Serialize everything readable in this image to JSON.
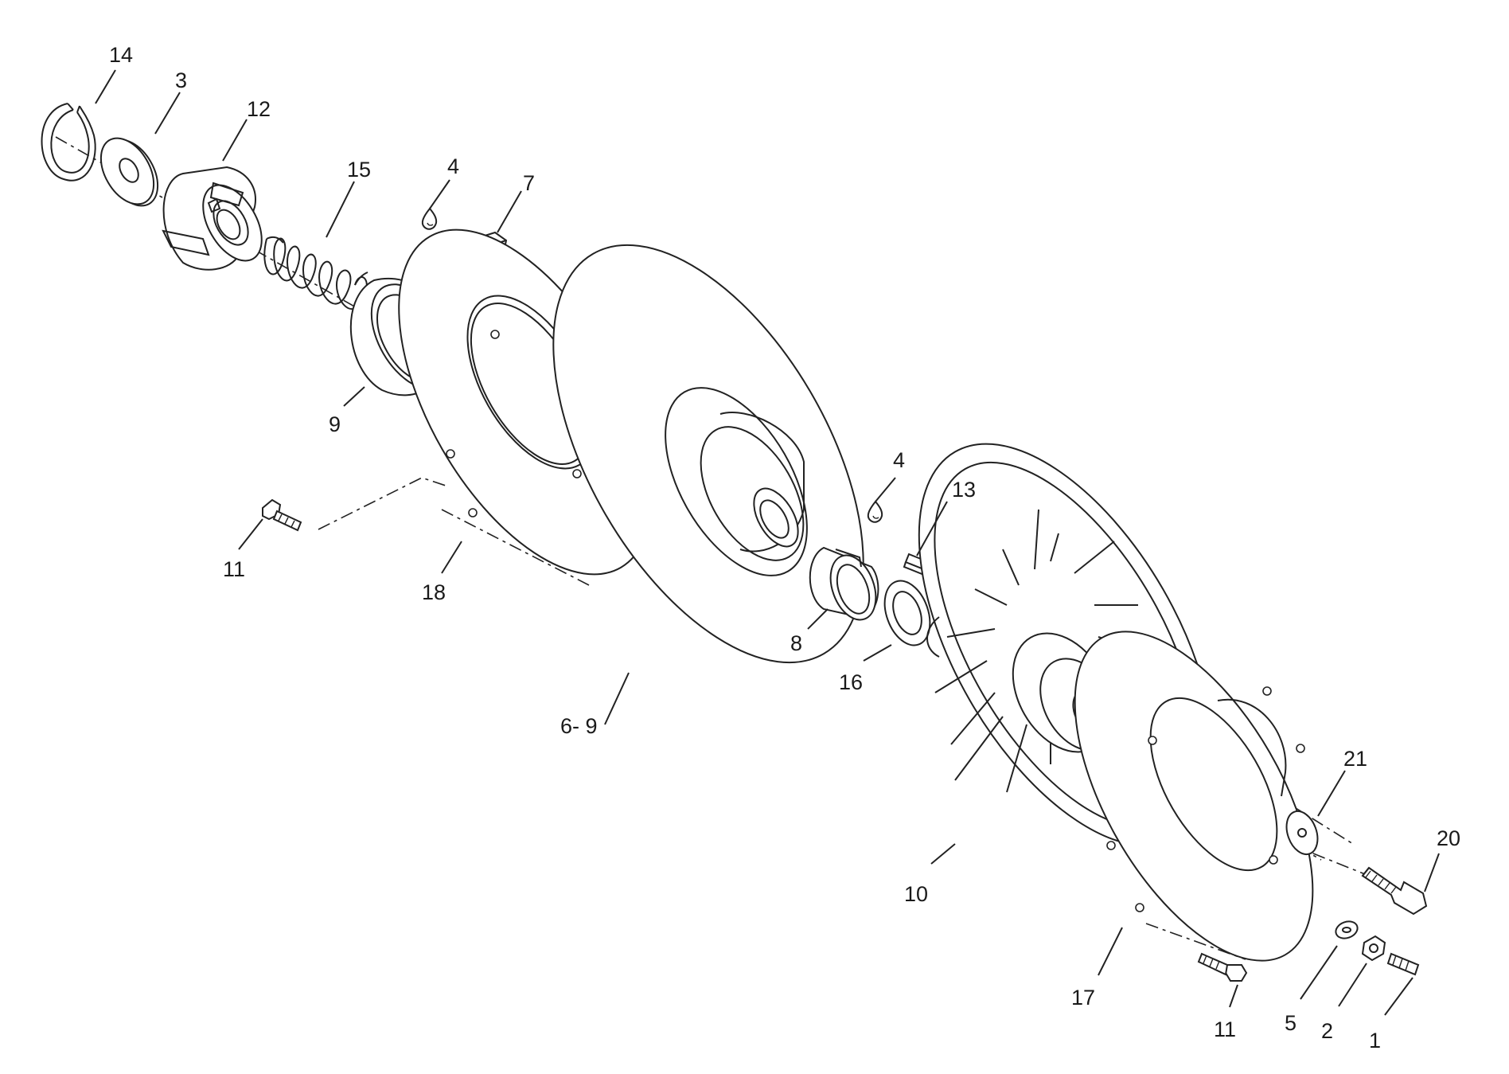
{
  "callouts": {
    "c14": "14",
    "c3": "3",
    "c12": "12",
    "c15": "15",
    "c4a": "4",
    "c7": "7",
    "c9": "9",
    "c11a": "11",
    "c18": "18",
    "c6_9": "6- 9",
    "c4b": "4",
    "c13": "13",
    "c8": "8",
    "c16": "16",
    "c10": "10",
    "c21": "21",
    "c20": "20",
    "c17": "17",
    "c11b": "11",
    "c5": "5",
    "c2": "2",
    "c1": "1"
  }
}
